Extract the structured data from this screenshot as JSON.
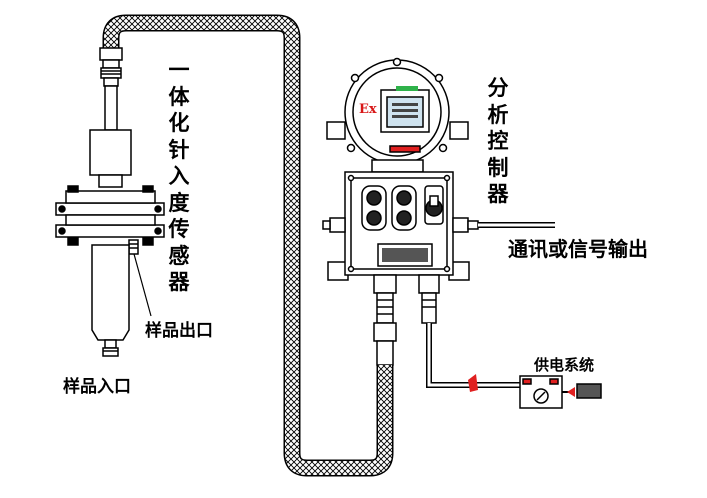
{
  "labels": {
    "sensor": "一体化针入度传感器",
    "controller": "分析控制器",
    "comm_output": "通讯或信号输出",
    "sample_outlet": "样品出口",
    "sample_inlet": "样品入口",
    "power_system": "供电系统"
  },
  "controller": {
    "ex_mark": "Ex"
  },
  "colors": {
    "ex_red": "#d81818",
    "screen_green": "#2fb24a",
    "screen_face": "#cfe3ef",
    "led_red": "#e02020",
    "stroke": "#000000"
  }
}
